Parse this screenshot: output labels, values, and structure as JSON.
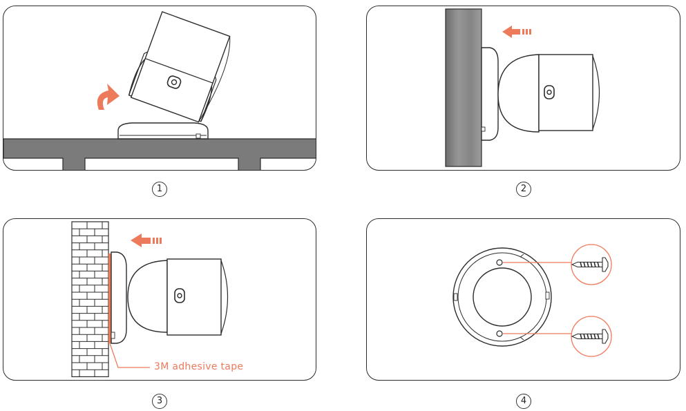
{
  "steps": [
    {
      "number": "1"
    },
    {
      "number": "2"
    },
    {
      "number": "3",
      "annotation": "3M adhesive tape"
    },
    {
      "number": "4"
    }
  ],
  "colors": {
    "accent": "#ee7a5c",
    "stroke": "#2b2b2b",
    "surface_gray": "#7b7b7b",
    "wall_gray": "#8a8a8a"
  },
  "icons": [
    "rotate-arrow-icon",
    "push-arrow-icon",
    "screw-icon"
  ]
}
